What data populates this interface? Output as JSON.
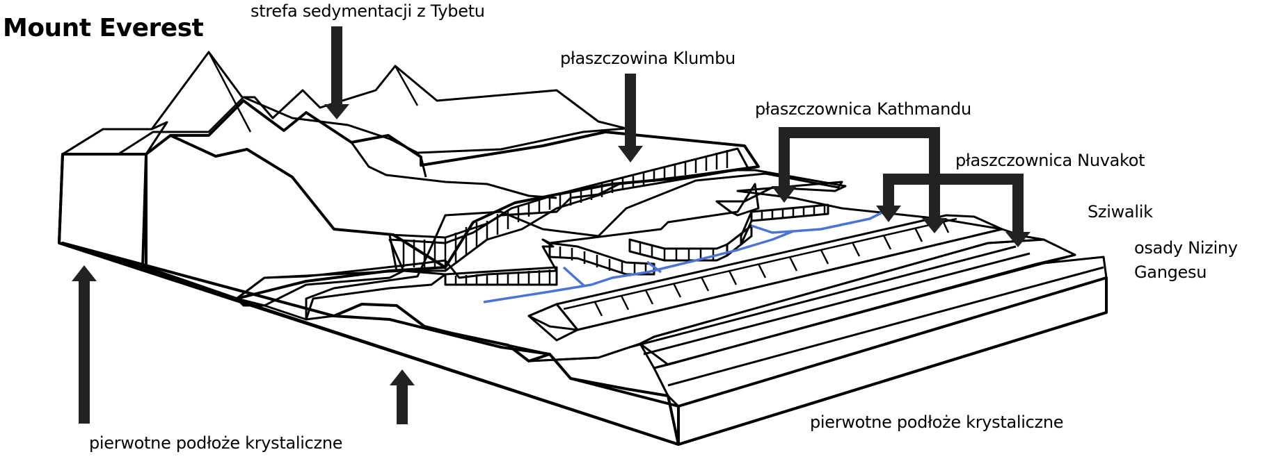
{
  "title": "Mount Everest",
  "labels": {
    "tibet_zone": "strefa sedymentacji z Tybetu",
    "khumbu_nappe": "płaszczowina Klumbu",
    "kathmandu_nappe": "płaszczownica Kathmandu",
    "nuvakot_nappe": "płaszczownica Nuvakot",
    "siwalik": "Sziwalik",
    "ganges_line1": "osady Niziny",
    "ganges_line2": "Gangesu",
    "basement_left": "pierwotne podłoże krystaliczne",
    "basement_right": "pierwotne podłoże krystaliczne"
  },
  "colors": {
    "tibet_gray": "#cccccc",
    "khumbu_yellow": "#ffdd55",
    "kathmandu_pink": "#e9afaf",
    "nuvakot_green": "#b7c88a",
    "red_thrust": "#ff7a6e",
    "siwalik_lightgreen": "#bcd5b3",
    "ganges_cream": "#ebe0ab",
    "basement_dark": "#6f6f6f",
    "river_blue": "#4a74d4",
    "arrow": "#222222"
  },
  "layers": [
    {
      "name": "strefa sedymentacji z Tybetu",
      "color": "#cccccc"
    },
    {
      "name": "płaszczowina Klumbu",
      "color": "#ffdd55"
    },
    {
      "name": "płaszczownica Kathmandu",
      "color": "#e9afaf"
    },
    {
      "name": "płaszczownica Nuvakot",
      "color": "#b7c88a"
    },
    {
      "name": "Sziwalik",
      "color": "#bcd5b3"
    },
    {
      "name": "osady Niziny Gangesu",
      "color": "#ebe0ab"
    },
    {
      "name": "pierwotne podłoże krystaliczne",
      "color": "#6f6f6f"
    }
  ]
}
